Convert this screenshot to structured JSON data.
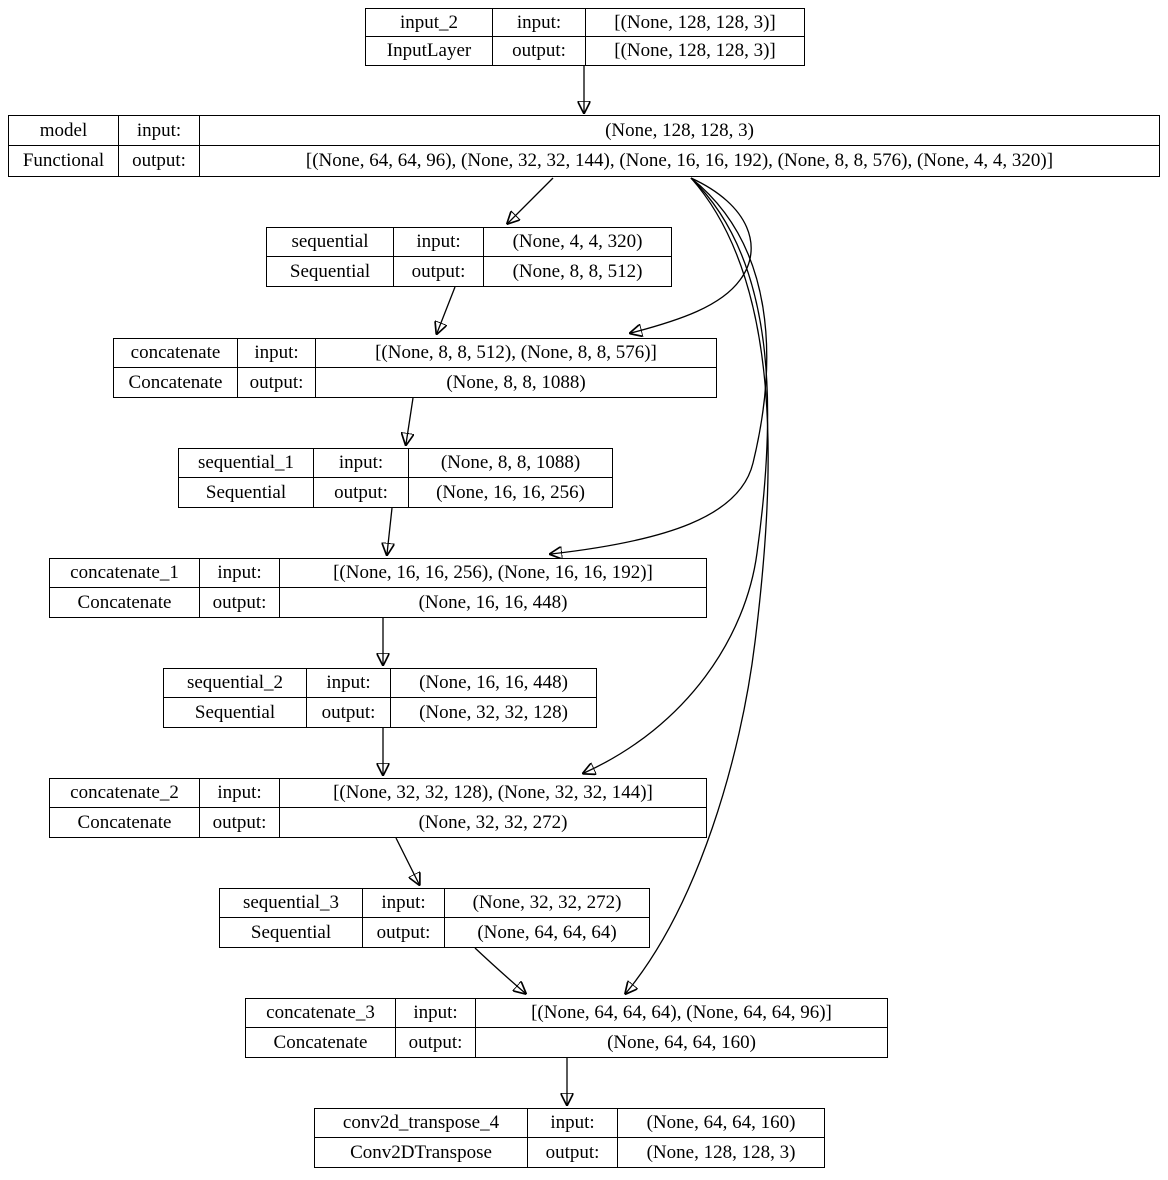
{
  "diagram_type": "keras-model-architecture-graph",
  "colors": {
    "border": "#000000",
    "background": "#ffffff",
    "text": "#000000",
    "edge": "#000000"
  },
  "nodes": [
    {
      "id": "input_2",
      "name": "input_2",
      "type": "InputLayer",
      "input_label": "input:",
      "output_label": "output:",
      "input": "[(None, 128, 128, 3)]",
      "output": "[(None, 128, 128, 3)]"
    },
    {
      "id": "model",
      "name": "model",
      "type": "Functional",
      "input_label": "input:",
      "output_label": "output:",
      "input": "(None, 128, 128, 3)",
      "output": "[(None, 64, 64, 96), (None, 32, 32, 144), (None, 16, 16, 192), (None, 8, 8, 576), (None, 4, 4, 320)]"
    },
    {
      "id": "sequential",
      "name": "sequential",
      "type": "Sequential",
      "input_label": "input:",
      "output_label": "output:",
      "input": "(None, 4, 4, 320)",
      "output": "(None, 8, 8, 512)"
    },
    {
      "id": "concatenate",
      "name": "concatenate",
      "type": "Concatenate",
      "input_label": "input:",
      "output_label": "output:",
      "input": "[(None, 8, 8, 512), (None, 8, 8, 576)]",
      "output": "(None, 8, 8, 1088)"
    },
    {
      "id": "sequential_1",
      "name": "sequential_1",
      "type": "Sequential",
      "input_label": "input:",
      "output_label": "output:",
      "input": "(None, 8, 8, 1088)",
      "output": "(None, 16, 16, 256)"
    },
    {
      "id": "concatenate_1",
      "name": "concatenate_1",
      "type": "Concatenate",
      "input_label": "input:",
      "output_label": "output:",
      "input": "[(None, 16, 16, 256), (None, 16, 16, 192)]",
      "output": "(None, 16, 16, 448)"
    },
    {
      "id": "sequential_2",
      "name": "sequential_2",
      "type": "Sequential",
      "input_label": "input:",
      "output_label": "output:",
      "input": "(None, 16, 16, 448)",
      "output": "(None, 32, 32, 128)"
    },
    {
      "id": "concatenate_2",
      "name": "concatenate_2",
      "type": "Concatenate",
      "input_label": "input:",
      "output_label": "output:",
      "input": "[(None, 32, 32, 128), (None, 32, 32, 144)]",
      "output": "(None, 32, 32, 272)"
    },
    {
      "id": "sequential_3",
      "name": "sequential_3",
      "type": "Sequential",
      "input_label": "input:",
      "output_label": "output:",
      "input": "(None, 32, 32, 272)",
      "output": "(None, 64, 64, 64)"
    },
    {
      "id": "concatenate_3",
      "name": "concatenate_3",
      "type": "Concatenate",
      "input_label": "input:",
      "output_label": "output:",
      "input": "[(None, 64, 64, 64), (None, 64, 64, 96)]",
      "output": "(None, 64, 64, 160)"
    },
    {
      "id": "conv2d_transpose_4",
      "name": "conv2d_transpose_4",
      "type": "Conv2DTranspose",
      "input_label": "input:",
      "output_label": "output:",
      "input": "(None, 64, 64, 160)",
      "output": "(None, 128, 128, 3)"
    }
  ],
  "edges": [
    {
      "from": "input_2",
      "to": "model"
    },
    {
      "from": "model",
      "to": "sequential"
    },
    {
      "from": "model",
      "to": "concatenate"
    },
    {
      "from": "sequential",
      "to": "concatenate"
    },
    {
      "from": "concatenate",
      "to": "sequential_1"
    },
    {
      "from": "model",
      "to": "concatenate_1"
    },
    {
      "from": "sequential_1",
      "to": "concatenate_1"
    },
    {
      "from": "concatenate_1",
      "to": "sequential_2"
    },
    {
      "from": "model",
      "to": "concatenate_2"
    },
    {
      "from": "sequential_2",
      "to": "concatenate_2"
    },
    {
      "from": "concatenate_2",
      "to": "sequential_3"
    },
    {
      "from": "model",
      "to": "concatenate_3"
    },
    {
      "from": "sequential_3",
      "to": "concatenate_3"
    },
    {
      "from": "concatenate_3",
      "to": "conv2d_transpose_4"
    }
  ]
}
